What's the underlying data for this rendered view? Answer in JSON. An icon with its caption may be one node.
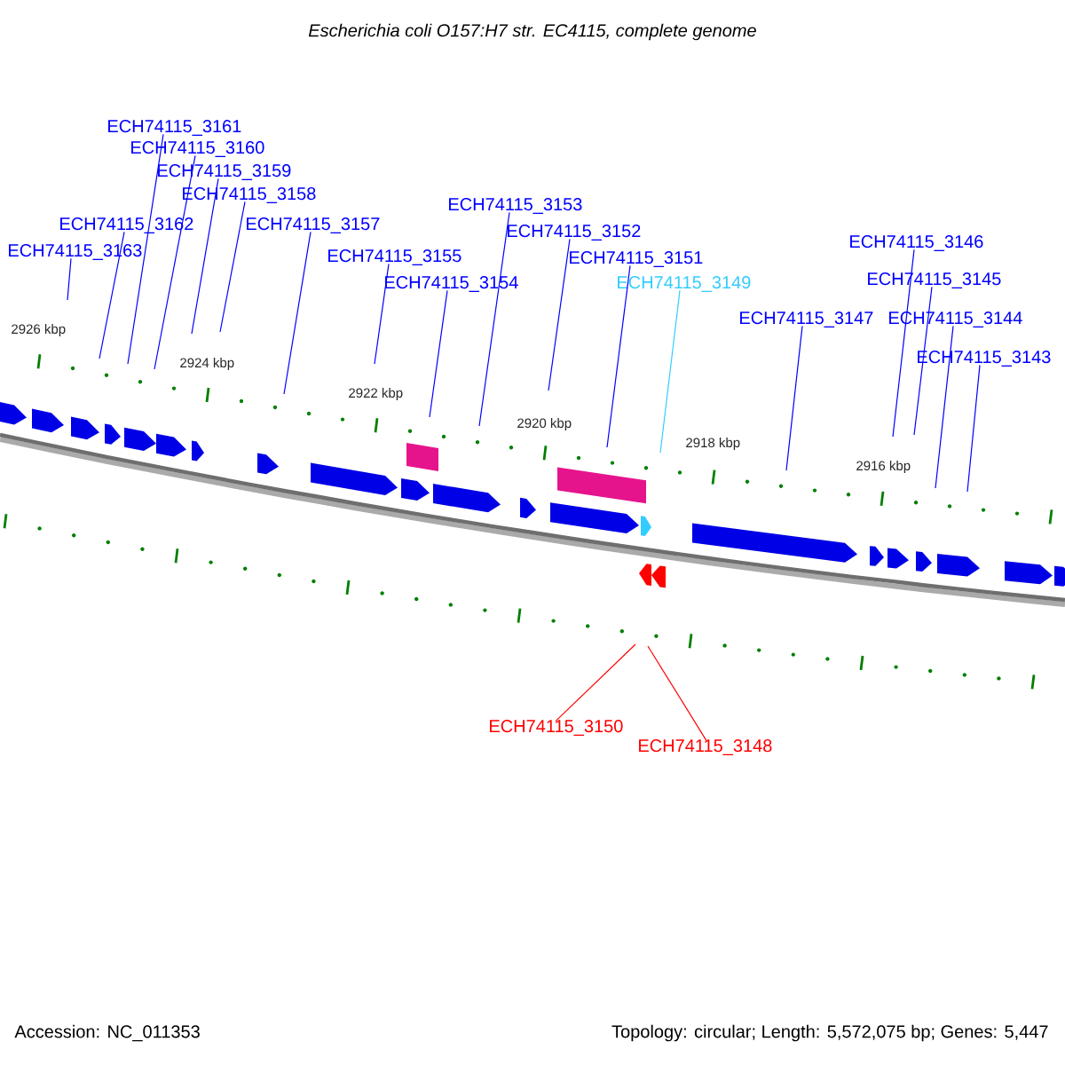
{
  "diagram": {
    "title": "Escherichia coli O157:H7 str. EC4115, complete genome",
    "nodes": [
      {
        "text": [
          "ECH74115_3161"
        ]
      },
      {
        "text": [
          "ECH74115_3160"
        ]
      },
      {
        "text": [
          "ECH74115_3159"
        ]
      },
      {
        "text": [
          "ECH74115_3158"
        ]
      },
      {
        "text": [
          "ECH74115_3162"
        ]
      },
      {
        "text": [
          "ECH74115_3157"
        ]
      },
      {
        "text": [
          "ECH74115_3163"
        ]
      },
      {
        "text": [
          "ECH74115_3155"
        ]
      },
      {
        "text": [
          "ECH74115_3154"
        ]
      },
      {
        "text": [
          "ECH74115_3153"
        ]
      },
      {
        "text": [
          "ECH74115_3152"
        ]
      },
      {
        "text": [
          "ECH74115_3151"
        ]
      },
      {
        "text": [
          "ECH74115_3149"
        ]
      },
      {
        "text": [
          "ECH74115_3146"
        ]
      },
      {
        "text": [
          "ECH74115_3145"
        ]
      },
      {
        "text": [
          "ECH74115_3147"
        ]
      },
      {
        "text": [
          "ECH74115_3144"
        ]
      },
      {
        "text": [
          "ECH74115_3143"
        ]
      },
      {
        "text": [
          "ECH74115_3150"
        ]
      },
      {
        "text": [
          "ECH74115_3148"
        ]
      }
    ],
    "edges": [
      {
        "from": 0,
        "to": null,
        "arrow": "none"
      },
      {
        "from": 1,
        "to": null,
        "arrow": "none"
      },
      {
        "from": 2,
        "to": null,
        "arrow": "none"
      },
      {
        "from": 3,
        "to": null,
        "arrow": "none"
      },
      {
        "from": 4,
        "to": null,
        "arrow": "none"
      },
      {
        "from": 5,
        "to": null,
        "arrow": "none"
      },
      {
        "from": 6,
        "to": null,
        "arrow": "none"
      },
      {
        "from": 7,
        "to": null,
        "arrow": "none"
      },
      {
        "from": 8,
        "to": null,
        "arrow": "none"
      },
      {
        "from": 9,
        "to": null,
        "arrow": "none"
      },
      {
        "from": 10,
        "to": null,
        "arrow": "none"
      },
      {
        "from": 11,
        "to": null,
        "arrow": "none"
      },
      {
        "from": 12,
        "to": null,
        "arrow": "none",
        "color": "#33ccff"
      },
      {
        "from": 13,
        "to": null,
        "arrow": "none"
      },
      {
        "from": 14,
        "to": null,
        "arrow": "none"
      },
      {
        "from": 15,
        "to": null,
        "arrow": "none"
      },
      {
        "from": 16,
        "to": null,
        "arrow": "none"
      },
      {
        "from": 17,
        "to": null,
        "arrow": "none"
      },
      {
        "from": 18,
        "to": null,
        "arrow": "none",
        "color": "#ff0000"
      },
      {
        "from": 19,
        "to": null,
        "arrow": "none",
        "color": "#ff0000"
      }
    ],
    "labels": [
      "2926 kbp",
      "2924 kbp",
      "2922 kbp",
      "2920 kbp",
      "2918 kbp",
      "2916 kbp",
      "Accession: NC_011353",
      "Topology: circular; Length: 5,572,075 bp; Genes: 5,447"
    ]
  }
}
